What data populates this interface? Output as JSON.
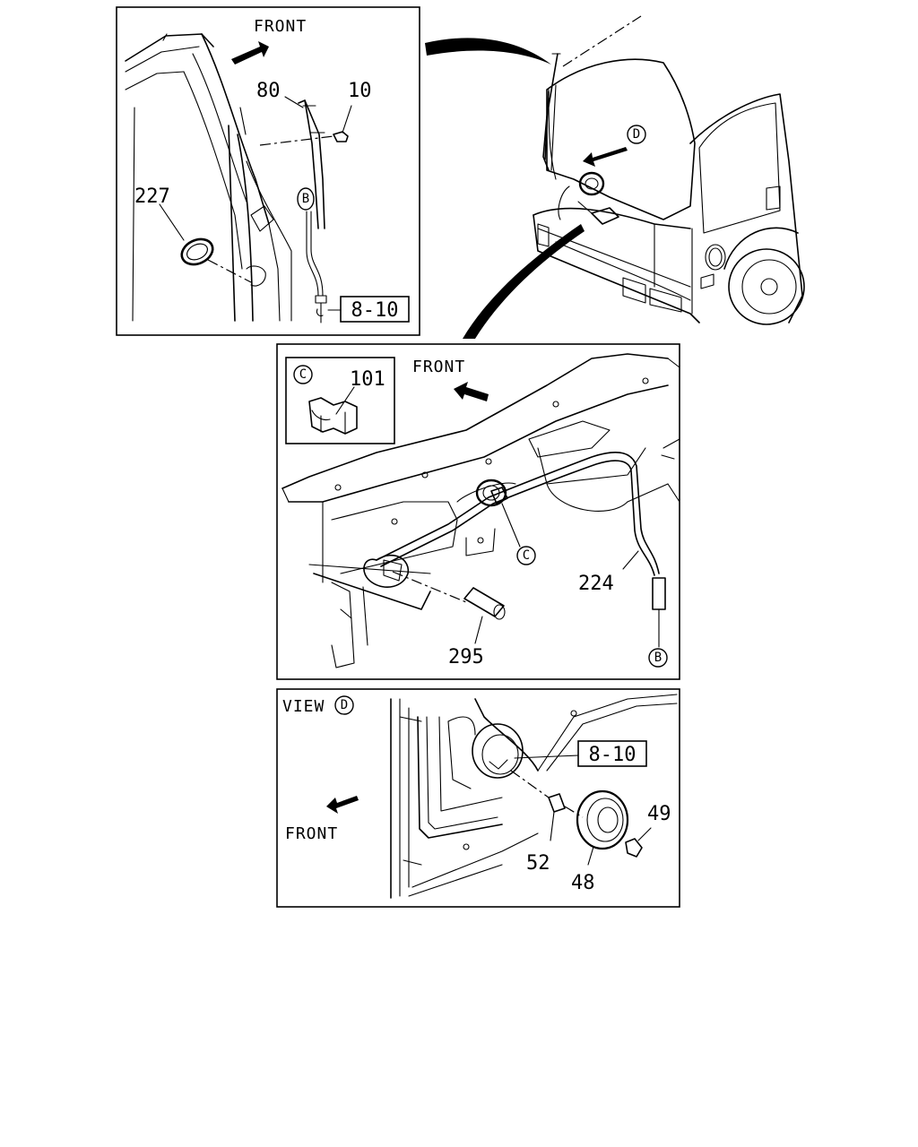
{
  "panel_top": {
    "front_label": "FRONT",
    "callouts": [
      "80",
      "10",
      "227"
    ],
    "ref_b": "B",
    "ref_box": "8-10"
  },
  "panel_middle": {
    "front_label": "FRONT",
    "inset_letter": "C",
    "inset_part": "101",
    "ref_c": "C",
    "callouts": [
      "224",
      "295"
    ],
    "ref_b": "B"
  },
  "panel_view": {
    "view_label": "VIEW",
    "view_letter": "D",
    "front_label": "FRONT",
    "ref_box": "8-10",
    "callouts": [
      "49",
      "52",
      "48"
    ]
  },
  "truck": {
    "view_letter": "D"
  }
}
